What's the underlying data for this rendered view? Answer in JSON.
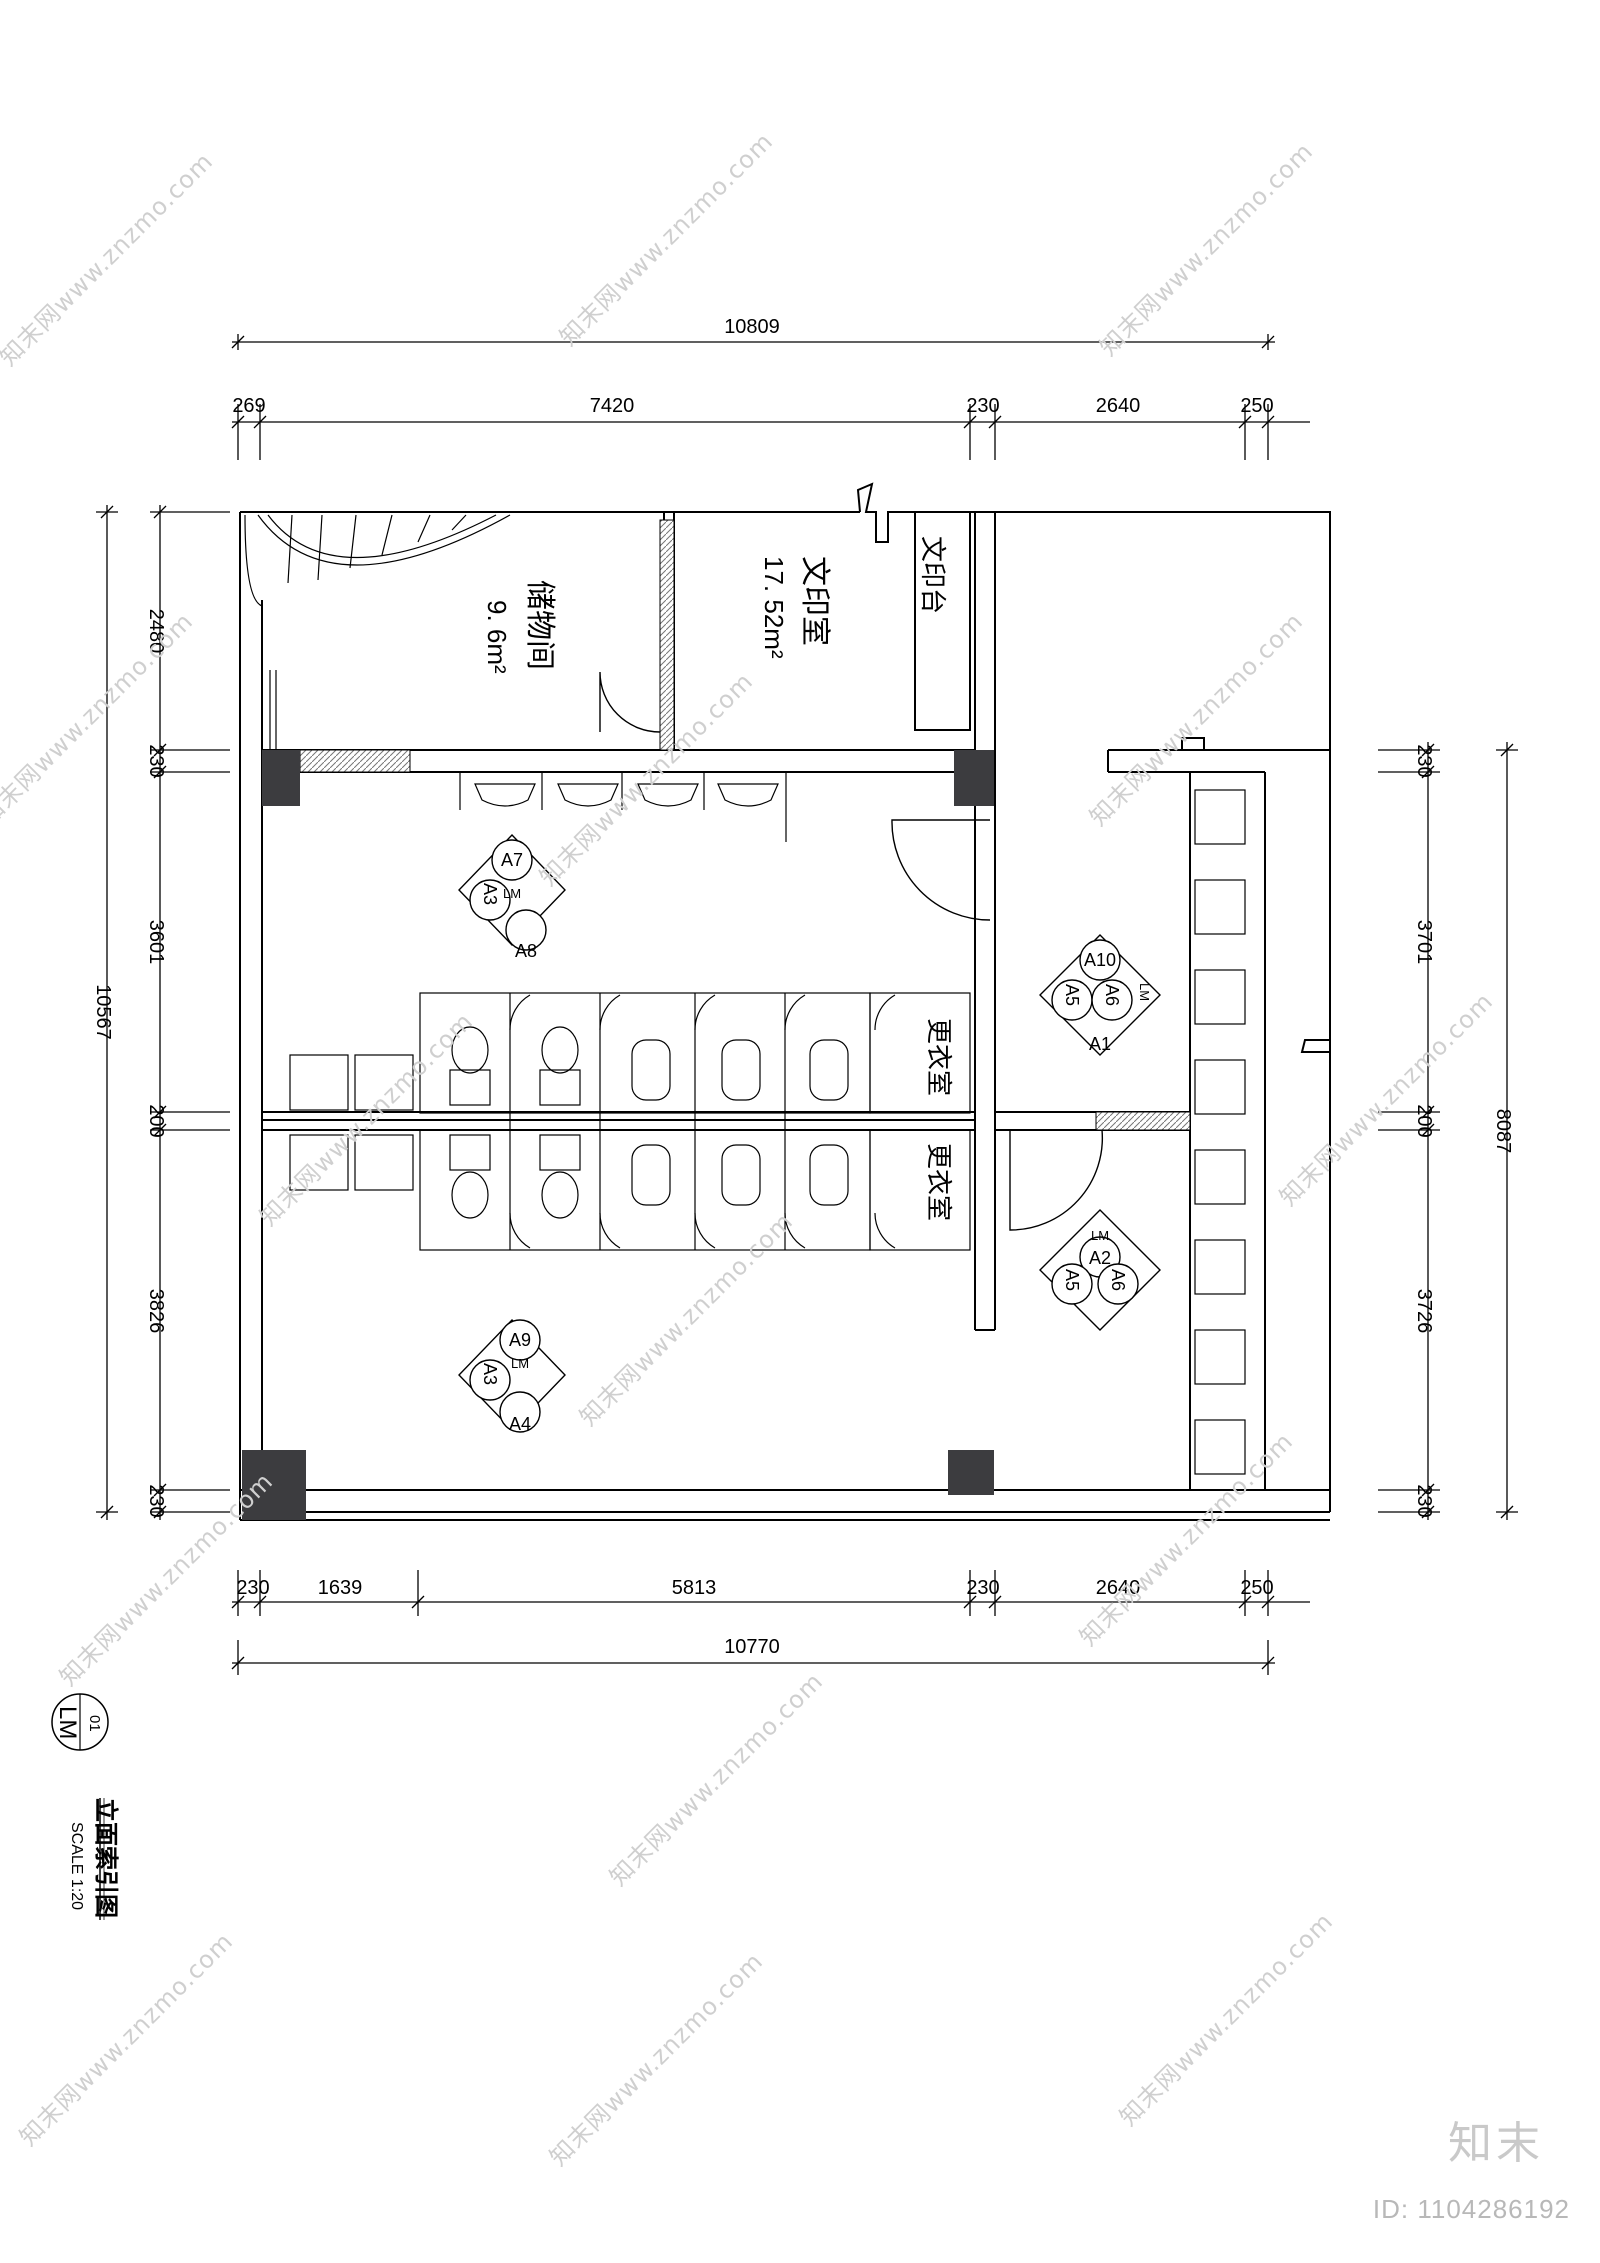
{
  "watermark": {
    "text": "知末网www.znzmo.com"
  },
  "brand": {
    "logo_text": "知末",
    "id_label": "ID: 1104286192"
  },
  "dimensions": {
    "top_total": "10809",
    "top_segments": [
      "269",
      "7420",
      "230",
      "2640",
      "250"
    ],
    "bottom_segments": [
      "230",
      "1639",
      "5813",
      "230",
      "2640",
      "250"
    ],
    "bottom_total": "10770",
    "left_total": "10567",
    "left_segments": [
      "2480",
      "230",
      "3601",
      "200",
      "3826",
      "230"
    ],
    "right_segments": [
      "230",
      "3701",
      "200",
      "3726",
      "230"
    ],
    "right_total": "8087"
  },
  "rooms": {
    "storage": {
      "name": "储物间",
      "area": "9. 6m²"
    },
    "print_room": {
      "name": "文印室",
      "area": "17. 52m²"
    },
    "print_counter": {
      "name": "文印台"
    },
    "changing_room_1": {
      "name": "更衣室"
    },
    "changing_room_2": {
      "name": "更衣室"
    }
  },
  "index_markers": [
    {
      "top": "A7",
      "mid": "LM",
      "left": "A3",
      "bottom": "A8"
    },
    {
      "top": "A10",
      "mid": "LM",
      "left": "A5",
      "right": "A6",
      "bottom": "A1"
    },
    {
      "top": "LM",
      "mid": "A2",
      "left": "A5",
      "right": "A6",
      "bottom": ""
    },
    {
      "top": "A9",
      "mid": "LM",
      "left": "A3",
      "bottom": "A4"
    }
  ],
  "title_block": {
    "symbol_top": "01",
    "symbol_bottom": "LM",
    "title": "立面索引图",
    "scale": "SCALE   1:20"
  }
}
